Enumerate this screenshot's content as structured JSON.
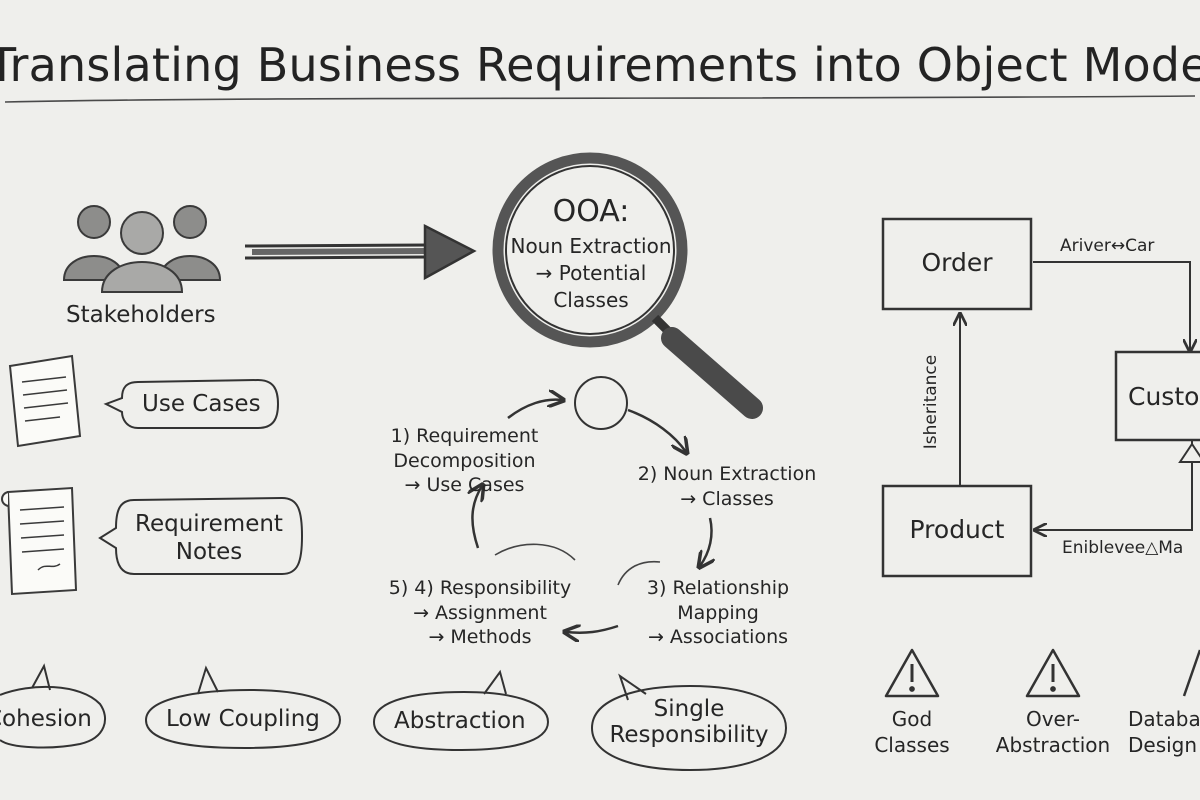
{
  "title": "Translating Business Requirements into Object Model",
  "inputs": {
    "stakeholders": "Stakeholders",
    "use_cases": "Use Cases",
    "requirement_notes": "Requirement Notes"
  },
  "ooa": {
    "heading": "OOA:",
    "line1": "Noun Extraction",
    "line2": "→ Potential",
    "line3": "Classes"
  },
  "cycle": {
    "step1": [
      "1) Requirement",
      "Decomposition",
      "→ Use Cases"
    ],
    "step2": [
      "2) Noun Extraction",
      "→ Classes"
    ],
    "step3": [
      "3) Relationship",
      "Mapping",
      "→ Associations"
    ],
    "step45": [
      "5) 4) Responsibility",
      "→ Assignment",
      "→ Methods"
    ]
  },
  "principles": [
    "Cohesion",
    "Low Coupling",
    "Abstraction",
    "Single Responsibility"
  ],
  "model": {
    "order": "Order",
    "customer": "Customer",
    "product": "Product",
    "rel_top": "Ariver↔Car",
    "rel_side": "Isheritance",
    "rel_bottom": "Eniblevee△Ma"
  },
  "pitfalls": [
    "God Classes",
    "Over-Abstraction",
    "Database Design"
  ]
}
